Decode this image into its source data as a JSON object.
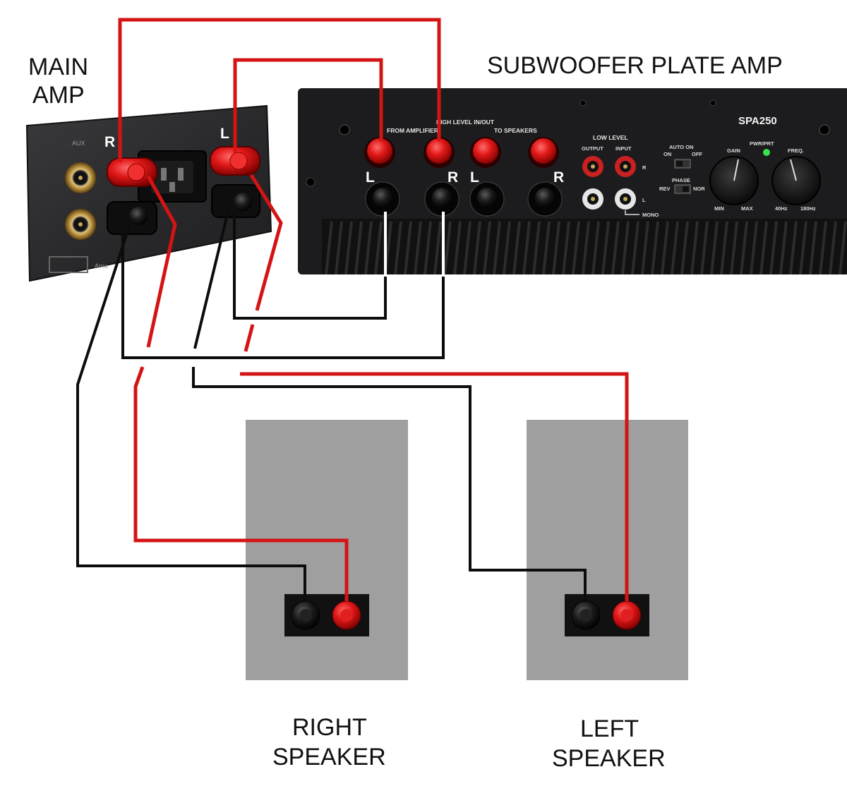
{
  "labels": {
    "main_amp_line1": "MAIN",
    "main_amp_line2": "AMP",
    "sub_amp_title": "SUBWOOFER PLATE AMP",
    "right_speaker_line1": "RIGHT",
    "right_speaker_line2": "SPEAKER",
    "left_speaker_line1": "LEFT",
    "left_speaker_line2": "SPEAKER"
  },
  "main_amp": {
    "terminal_r": "R",
    "terminal_l": "L",
    "aux_label": "AUX",
    "logo_text": "Ama"
  },
  "sub_amp": {
    "model": "SPA250",
    "high_level_header": "HIGH LEVEL IN/OUT",
    "from_amplifier": "FROM AMPLIFIER",
    "to_speakers": "TO SPEAKERS",
    "low_level": "LOW LEVEL",
    "output": "OUTPUT",
    "input": "INPUT",
    "r_label": "R",
    "l_label": "L",
    "mono": "MONO",
    "auto_on": "AUTO ON",
    "on": "ON",
    "off": "OFF",
    "phase": "PHASE",
    "rev": "REV",
    "nor": "NOR",
    "gain": "GAIN",
    "pwr_prt": "PWR/PRT",
    "freq": "FREQ.",
    "min": "MIN",
    "max": "MAX",
    "hz_low": "40Hz",
    "hz_high": "180Hz",
    "terminal_l1": "L",
    "terminal_r1": "R",
    "terminal_l2": "L",
    "terminal_r2": "R"
  },
  "colors": {
    "positive_wire": "#d41414",
    "negative_wire": "#0c0c0c",
    "speaker_box": "#9f9f9f",
    "amp_panel": "#1c1c1e"
  }
}
